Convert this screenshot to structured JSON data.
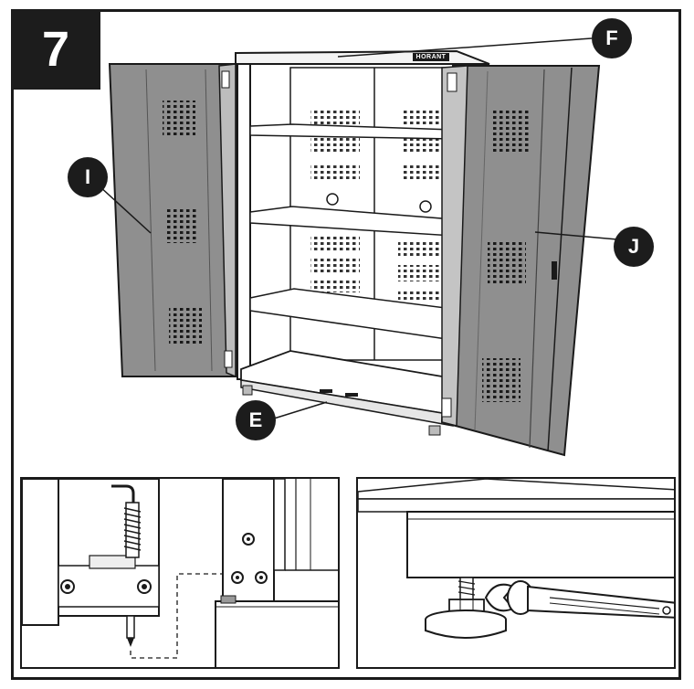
{
  "step": {
    "number": "7"
  },
  "callouts": {
    "E": "E",
    "F": "F",
    "I": "I",
    "J": "J"
  },
  "cabinet": {
    "brand_plate": "HORANT"
  },
  "colors": {
    "door_panel": "#8f8f8f",
    "outline": "#1a1a1a",
    "background": "#ffffff",
    "step_box": "#1c1c1c"
  }
}
